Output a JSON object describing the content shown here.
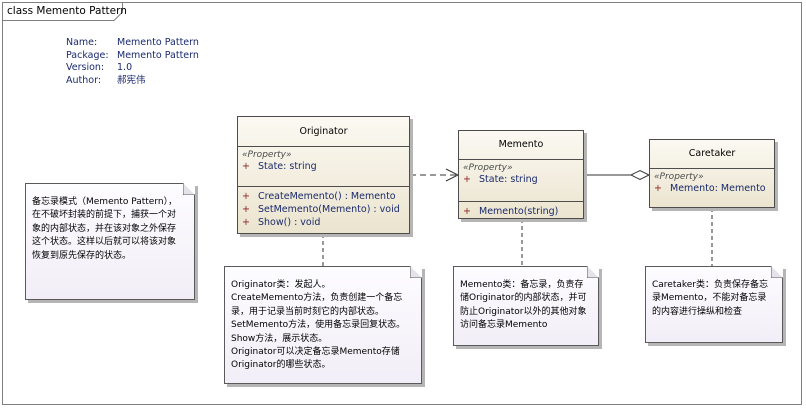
{
  "frame": {
    "title": "class Memento Pattern"
  },
  "meta": {
    "rows": [
      {
        "key": "Name:",
        "value": "Memento Pattern"
      },
      {
        "key": "Package:",
        "value": "Memento Pattern"
      },
      {
        "key": "Version:",
        "value": "1.0"
      },
      {
        "key": "Author:",
        "value": "郝宪伟"
      }
    ]
  },
  "classes": {
    "originator": {
      "name": "Originator",
      "stereotype": "«Property»",
      "attributes": [
        {
          "vis": "+",
          "text": "State:  string"
        }
      ],
      "operations": [
        {
          "vis": "+",
          "text": "CreateMemento() : Memento"
        },
        {
          "vis": "+",
          "text": "SetMemento(Memento) : void"
        },
        {
          "vis": "+",
          "text": "Show() : void"
        }
      ]
    },
    "memento": {
      "name": "Memento",
      "stereotype": "«Property»",
      "attributes": [
        {
          "vis": "+",
          "text": "State:  string"
        }
      ],
      "operations": [
        {
          "vis": "+",
          "text": "Memento(string)"
        }
      ]
    },
    "caretaker": {
      "name": "Caretaker",
      "stereotype": "«Property»",
      "attributes": [
        {
          "vis": "+",
          "text": "Memento:  Memento"
        }
      ]
    }
  },
  "notes": {
    "pattern": [
      "备忘录模式（Memento Pattern），",
      "在不破坏封装的前提下，捕获一个对",
      "象的内部状态，并在该对象之外保存",
      "这个状态。这样以后就可以将该对象",
      "恢复到原先保存的状态。"
    ],
    "originator": [
      "Originator类：发起人。",
      "CreateMemento方法，负责创建一个备忘",
      "录，用于记录当前时刻它的内部状态。",
      "SetMemento方法，使用备忘录回复状态。",
      "Show方法，展示状态。",
      "Originator可以决定备忘录Memento存储",
      "Originator的哪些状态。"
    ],
    "memento": [
      "Memento类：备忘录，负责存",
      "储Originator的内部状态，并可",
      "防止Originator以外的其他对象",
      "访问备忘录Memento"
    ],
    "caretaker": [
      "Caretaker类：负责保存备忘",
      "录Memento，不能对备忘录",
      "的内容进行操纵和检查"
    ]
  }
}
